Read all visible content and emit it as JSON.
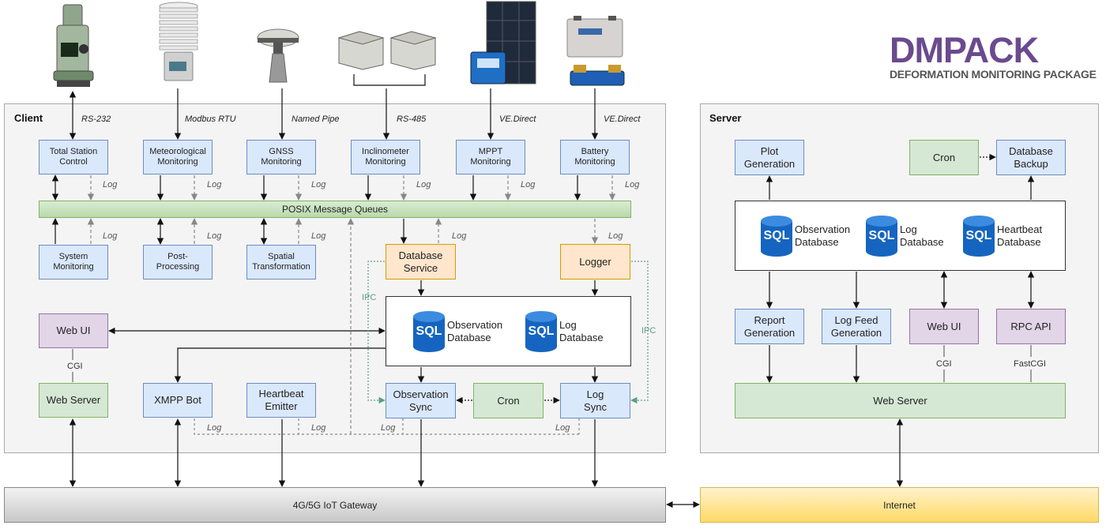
{
  "logo": {
    "title": "DMPACK",
    "subtitle": "DEFORMATION MONITORING PACKAGE"
  },
  "client": {
    "title": "Client",
    "interfaces": [
      "RS-232",
      "Modbus RTU",
      "Named Pipe",
      "RS-485",
      "VE.Direct",
      "VE.Direct"
    ],
    "monitors": [
      "Total Station\nControl",
      "Meteorological\nMonitoring",
      "GNSS\nMonitoring",
      "Inclinometer\nMonitoring",
      "MPPT\nMonitoring",
      "Battery\nMonitoring"
    ],
    "pmq": "POSIX Message Queues",
    "lower": [
      "System\nMonitoring",
      "Post-\nProcessing",
      "Spatial\nTransformation"
    ],
    "database_service": "Database\nService",
    "logger": "Logger",
    "sql": "SQL",
    "databases": [
      "Observation\nDatabase",
      "Log\nDatabase"
    ],
    "web_ui": "Web UI",
    "cgi": "CGI",
    "web_server": "Web Server",
    "xmpp_bot": "XMPP Bot",
    "heartbeat": "Heartbeat\nEmitter",
    "observation_sync": "Observation\nSync",
    "cron": "Cron",
    "log_sync": "Log\nSync",
    "log": "Log",
    "ipc": "IPC"
  },
  "server": {
    "title": "Server",
    "plot": "Plot\nGeneration",
    "cron": "Cron",
    "backup": "Database\nBackup",
    "sql": "SQL",
    "databases": [
      "Observation\nDatabase",
      "Log\nDatabase",
      "Heartbeat\nDatabase"
    ],
    "report": "Report\nGeneration",
    "logfeed": "Log Feed\nGeneration",
    "web_ui": "Web UI",
    "rpc": "RPC API",
    "cgi": "CGI",
    "fastcgi": "FastCGI",
    "web_server": "Web Server"
  },
  "gateway": "4G/5G IoT Gateway",
  "internet": "Internet",
  "colors": {
    "blue": "#dae8fc",
    "green": "#d5e8d4",
    "orange": "#ffe6cc",
    "purple": "#e1d5e7",
    "sql": "#1565c0",
    "logo": "#6b4a8e"
  }
}
